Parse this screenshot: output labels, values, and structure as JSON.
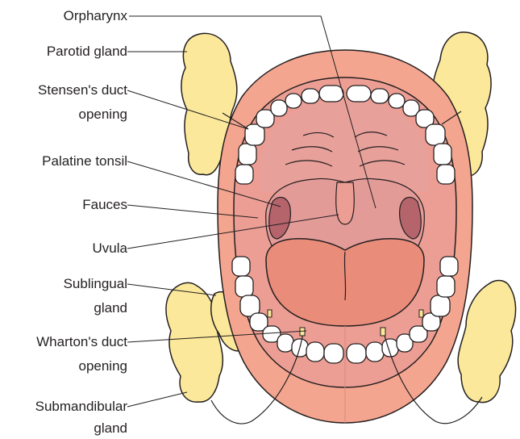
{
  "labels": {
    "orpharynx": "Orpharynx",
    "parotid": "Parotid gland",
    "stensen_1": "Stensen's duct",
    "stensen_2": "opening",
    "palatine": "Palatine tonsil",
    "fauces": "Fauces",
    "uvula": "Uvula",
    "sublingual_1": "Sublingual",
    "sublingual_2": "gland",
    "wharton_1": "Wharton's duct",
    "wharton_2": "opening",
    "submandibular_1": "Submandibular",
    "submandibular_2": "gland"
  },
  "colors": {
    "gland": "#fbe89a",
    "lip": "#f4a58f",
    "mouth": "#ec9e94",
    "tongue": "#e98c79",
    "throat": "#b4646a",
    "tooth": "#ffffff",
    "line": "#231f20"
  }
}
